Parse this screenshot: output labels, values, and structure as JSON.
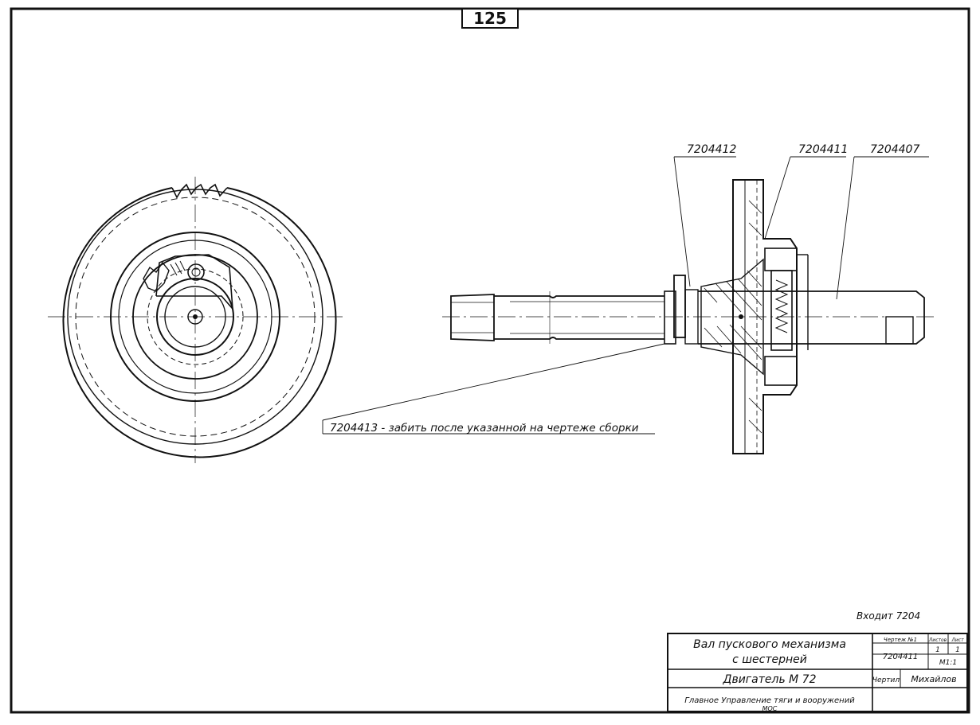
{
  "page_number": "125",
  "callouts": {
    "part_1": "7204412",
    "part_2": "7204411",
    "part_3": "7204407",
    "note": "7204413 - забить после указанной на чертеже сборки"
  },
  "enters_into": "Входит 7204",
  "title_block": {
    "name_line1": "Вал пускового механизма",
    "name_line2": "с шестерней",
    "engine": "Двигатель М 72",
    "org_line1": "Главное Управление тяги и вооружений",
    "org_line2": "МОС",
    "hdr_drawing": "Чертеж №1",
    "hdr_sheets": "Листов",
    "hdr_sheet": "Лист",
    "sheets_val": "1",
    "sheet_val": "1",
    "drawing_no": "7204411",
    "scale": "М1:1",
    "drawn_label": "Чертил",
    "drawn_sign": "Михайлов"
  }
}
